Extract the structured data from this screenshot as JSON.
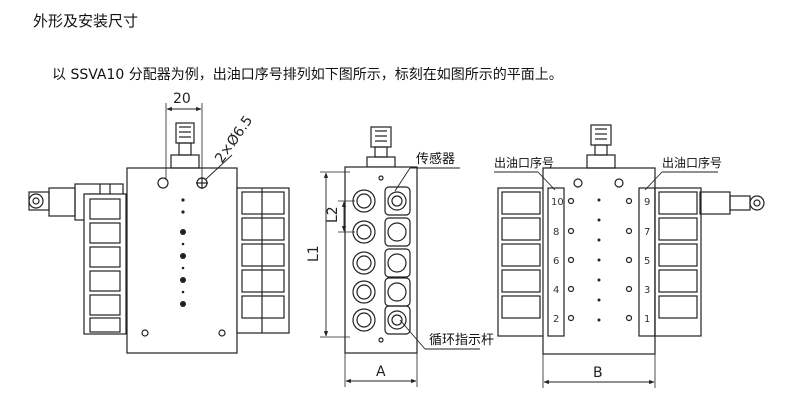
{
  "heading": "外形及安装尺寸",
  "description": "以 SSVA10 分配器为例，出油口序号排列如下图所示，标刻在如图所示的平面上。",
  "left_view": {
    "dim_width": "20",
    "dim_hole": "2×Ø6.5"
  },
  "middle_view": {
    "label_sensor": "传感器",
    "label_indicator": "循环指示杆",
    "dim_l1": "L1",
    "dim_l2": "L2",
    "dim_a": "A"
  },
  "right_view": {
    "label_outlet_left": "出油口序号",
    "label_outlet_right": "出油口序号",
    "left_numbers": [
      "10",
      "8",
      "6",
      "4",
      "2"
    ],
    "right_numbers": [
      "9",
      "7",
      "5",
      "3",
      "1"
    ],
    "dim_b": "B"
  }
}
